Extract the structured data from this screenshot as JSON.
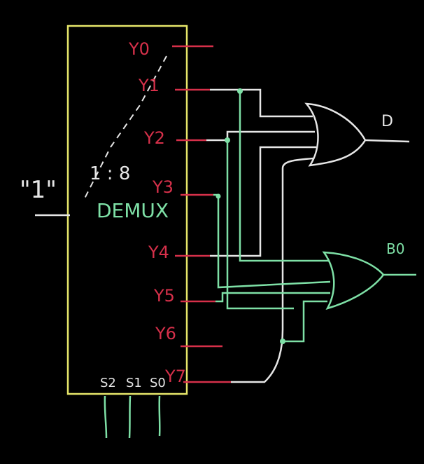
{
  "colors": {
    "background": "#000000",
    "box": "#e6e66a",
    "output_labels": "#d6304a",
    "output_lines": "#d6304a",
    "chalk_white": "#e6e6e6",
    "chalk_green": "#7ee0a6"
  },
  "input": {
    "label": "\"1\""
  },
  "box": {
    "title_ratio": "1 : 8",
    "title_name": "DEMUX"
  },
  "outputs": [
    "Y0",
    "Y1",
    "Y2",
    "Y3",
    "Y4",
    "Y5",
    "Y6",
    "Y7"
  ],
  "selects": [
    "S2",
    "S1",
    "S0"
  ],
  "gates": [
    {
      "type": "OR",
      "output_label": "D"
    },
    {
      "type": "OR",
      "output_label": "B0"
    }
  ]
}
